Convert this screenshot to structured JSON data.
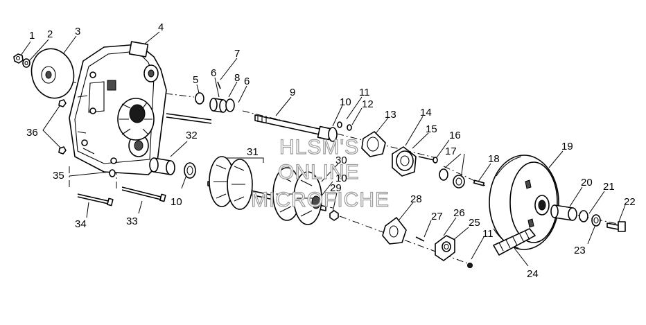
{
  "watermark": {
    "line1": "HLSM'S",
    "line2": "ONLINE",
    "line3": "MICROFICHE"
  },
  "callouts": [
    {
      "id": "c1",
      "text": "1"
    },
    {
      "id": "c2",
      "text": "2"
    },
    {
      "id": "c3",
      "text": "3"
    },
    {
      "id": "c4",
      "text": "4"
    },
    {
      "id": "c5",
      "text": "5"
    },
    {
      "id": "c6a",
      "text": "6"
    },
    {
      "id": "c7",
      "text": "7"
    },
    {
      "id": "c8",
      "text": "8"
    },
    {
      "id": "c6b",
      "text": "6"
    },
    {
      "id": "c9",
      "text": "9"
    },
    {
      "id": "c10a",
      "text": "10"
    },
    {
      "id": "c11a",
      "text": "11"
    },
    {
      "id": "c12",
      "text": "12"
    },
    {
      "id": "c13",
      "text": "13"
    },
    {
      "id": "c14",
      "text": "14"
    },
    {
      "id": "c15",
      "text": "15"
    },
    {
      "id": "c16",
      "text": "16"
    },
    {
      "id": "c17",
      "text": "17"
    },
    {
      "id": "c18",
      "text": "18"
    },
    {
      "id": "c19",
      "text": "19"
    },
    {
      "id": "c20",
      "text": "20"
    },
    {
      "id": "c21",
      "text": "21"
    },
    {
      "id": "c22",
      "text": "22"
    },
    {
      "id": "c23",
      "text": "23"
    },
    {
      "id": "c24",
      "text": "24"
    },
    {
      "id": "c25",
      "text": "25"
    },
    {
      "id": "c26",
      "text": "26"
    },
    {
      "id": "c27",
      "text": "27"
    },
    {
      "id": "c28",
      "text": "28"
    },
    {
      "id": "c29",
      "text": "29"
    },
    {
      "id": "c30",
      "text": "30"
    },
    {
      "id": "c10b",
      "text": "10"
    },
    {
      "id": "c31",
      "text": "31"
    },
    {
      "id": "c32",
      "text": "32"
    },
    {
      "id": "c10c",
      "text": "10"
    },
    {
      "id": "c11b",
      "text": "11"
    },
    {
      "id": "c33",
      "text": "33"
    },
    {
      "id": "c34",
      "text": "34"
    },
    {
      "id": "c35",
      "text": "35"
    },
    {
      "id": "c36",
      "text": "36"
    }
  ]
}
